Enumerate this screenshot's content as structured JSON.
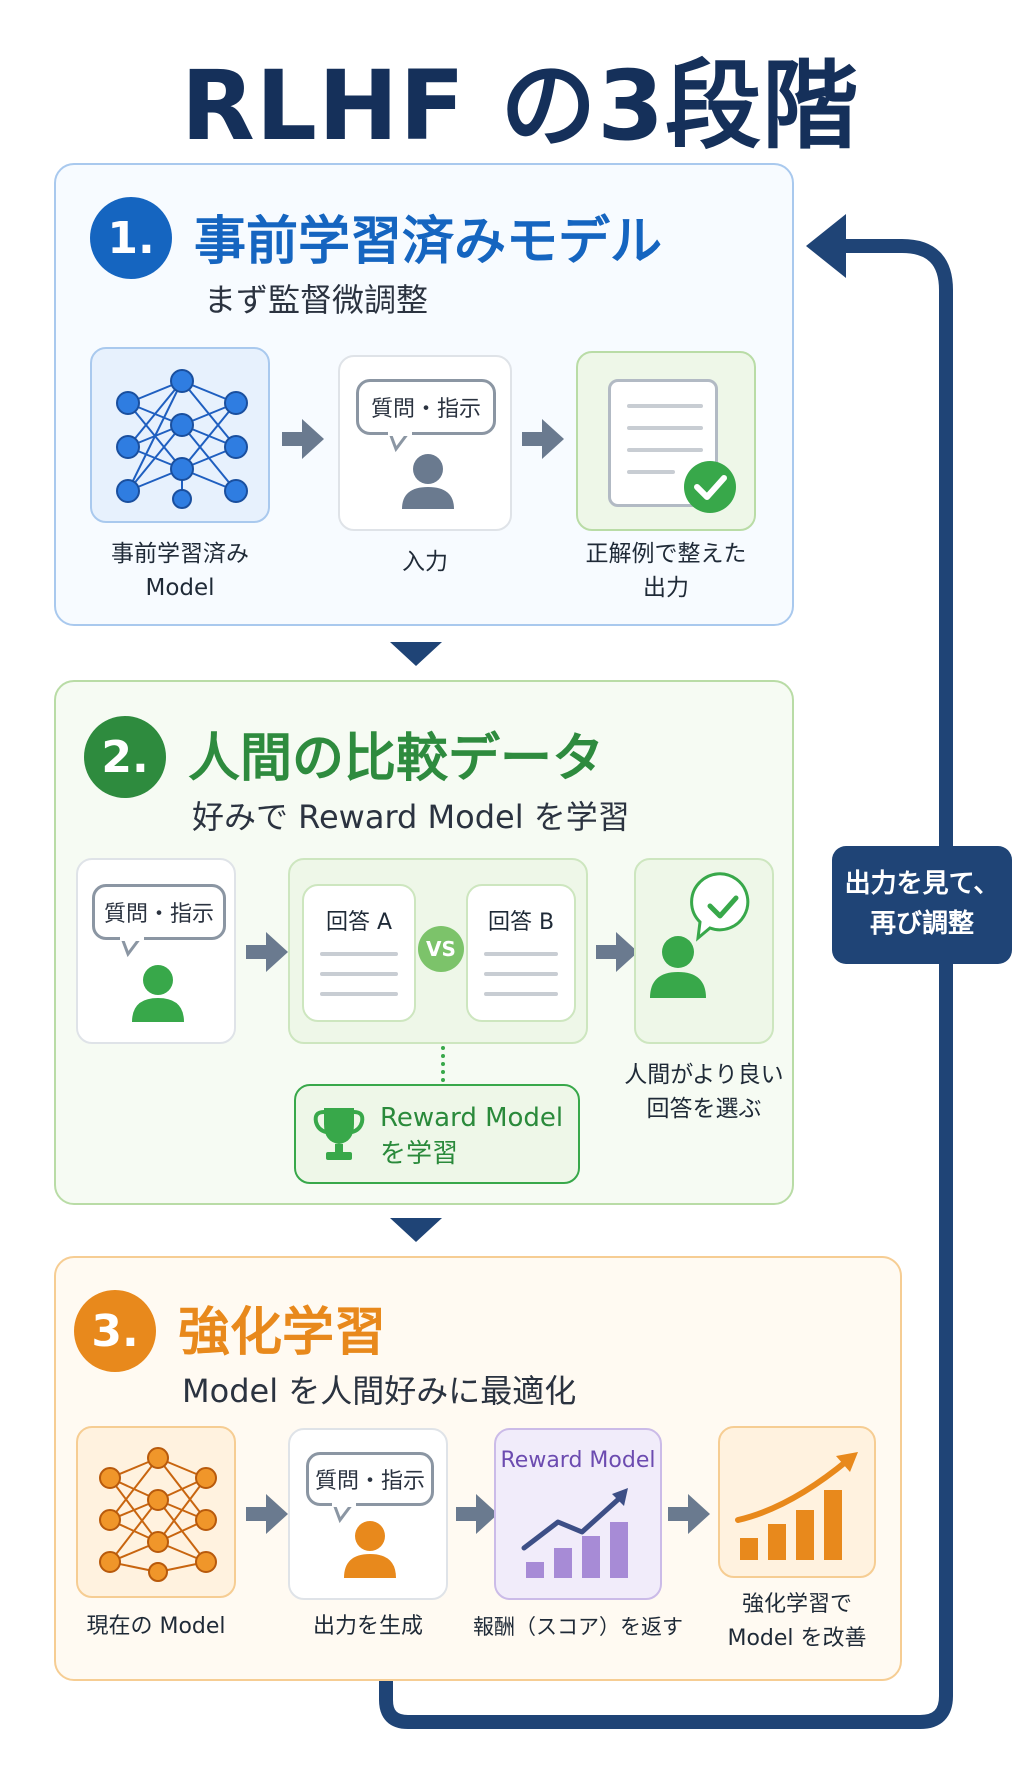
{
  "title": "RLHF の3段階",
  "loop_note": {
    "line1": "出力を見て、",
    "line2": "再び調整"
  },
  "stage1": {
    "number": "1.",
    "heading": "事前学習済みモデル",
    "subtitle": "まず監督微調整",
    "bubble": "質問・指示",
    "caption_model_line1": "事前学習済み",
    "caption_model_line2": "Model",
    "caption_input": "入力",
    "caption_output_line1": "正解例で整えた",
    "caption_output_line2": "出力",
    "color": "#1565c0"
  },
  "stage2": {
    "number": "2.",
    "heading": "人間の比較データ",
    "subtitle": "好みで Reward Model を学習",
    "bubble": "質問・指示",
    "answer_a": "回答 A",
    "answer_b": "回答 B",
    "vs": "VS",
    "reward_line1": "Reward Model",
    "reward_line2": "を学習",
    "caption_choose_line1": "人間がより良い",
    "caption_choose_line2": "回答を選ぶ",
    "color": "#2e8b3e"
  },
  "stage3": {
    "number": "3.",
    "heading": "強化学習",
    "subtitle": "Model を人間好みに最適化",
    "bubble": "質問・指示",
    "reward_label": "Reward Model",
    "caption_current": "現在の Model",
    "caption_generate": "出力を生成",
    "caption_reward": "報酬（スコア）を返す",
    "caption_improve_line1": "強化学習で",
    "caption_improve_line2": "Model を改善",
    "color": "#e8891c"
  },
  "colors": {
    "navy": "#1f4476",
    "arrow_gray": "#6a7a8f",
    "purple": "#8e6cc9"
  }
}
